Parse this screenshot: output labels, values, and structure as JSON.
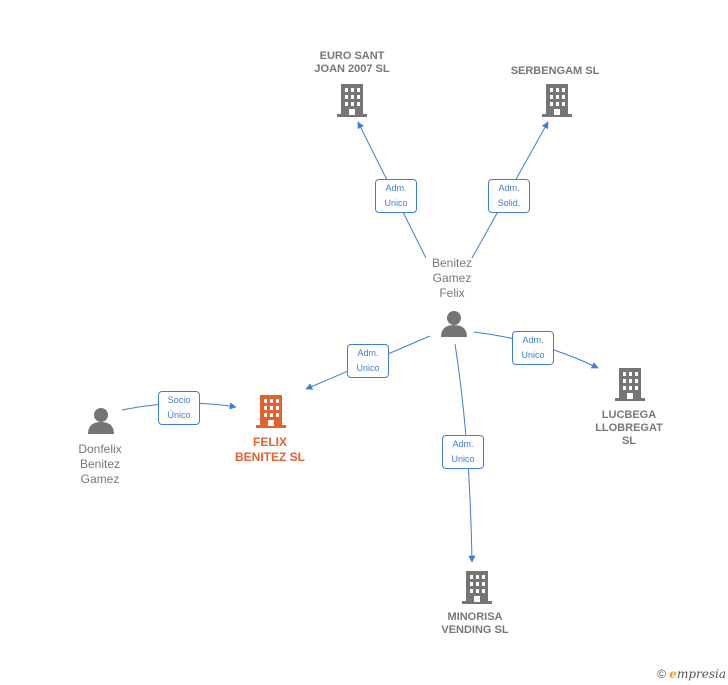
{
  "colors": {
    "edge": "#3d7fd6",
    "company_icon": "#757575",
    "focus_company_icon": "#e8602c",
    "person_icon": "#757575",
    "label_text": "#777777"
  },
  "nodes": {
    "euro_sant_joan": {
      "label": "EURO SANT\nJOAN 2007 SL",
      "icon": "building-icon"
    },
    "serbengam": {
      "label": "SERBENGAM SL",
      "icon": "building-icon"
    },
    "benitez_gamez_felix": {
      "label": "Benitez\nGamez\nFelix",
      "icon": "person-icon"
    },
    "lucbega": {
      "label": "LUCBEGA\nLLOBREGAT\nSL",
      "icon": "building-icon"
    },
    "felix_benitez": {
      "label": "FELIX\nBENITEZ SL",
      "icon": "building-icon"
    },
    "donfelix": {
      "label": "Donfelix\nBenitez\nGamez",
      "icon": "person-icon"
    },
    "minorisa": {
      "label": "MINORISA\nVENDING SL",
      "icon": "building-icon"
    }
  },
  "edges": {
    "to_euro": "Adm.\nUnico",
    "to_serbengam": "Adm.\nSolid.",
    "to_felix": "Adm.\nUnico",
    "to_lucbega": "Adm.\nUnico",
    "to_minorisa": "Adm.\nUnico",
    "donfelix_to_felix": "Socio\nÚnico"
  },
  "footer": {
    "copyright_symbol": "©",
    "brand_initial": "e",
    "brand_rest": "mpresia"
  }
}
